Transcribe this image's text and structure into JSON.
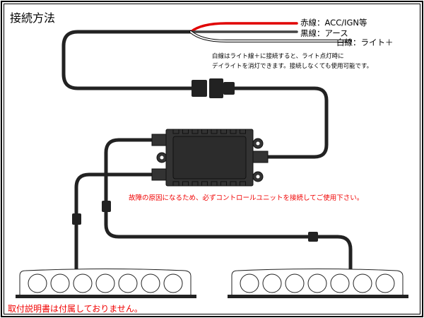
{
  "title": "接続方法",
  "wires": {
    "red": "赤線：ACC/IGN等",
    "black": "黒線：アース",
    "white": "白線：ライト＋"
  },
  "white_note": [
    "白線はライト線＋に接続すると、ライト点灯時に",
    "デイライトを消灯できます。接続しなくても使用可能です。"
  ],
  "warning": "故障の原因になるため、必ずコントロールユニットを接続してご使用下さい。",
  "footer_note": "取付説明書は付属しておりません。",
  "colors": {
    "red_wire": "#e00000",
    "black_wire": "#444444",
    "unit": "#333333",
    "warning_text": "#f00000"
  }
}
